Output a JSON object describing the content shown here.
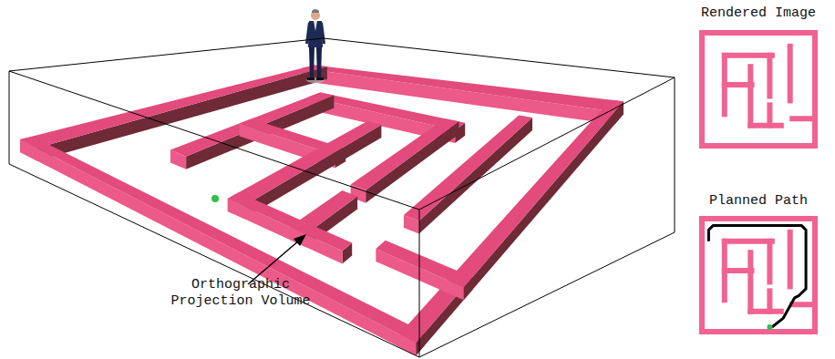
{
  "diagram": {
    "labels": [
      "Orthographic Projection Volume",
      "Rendered Image",
      "Planned Path"
    ]
  }
}
